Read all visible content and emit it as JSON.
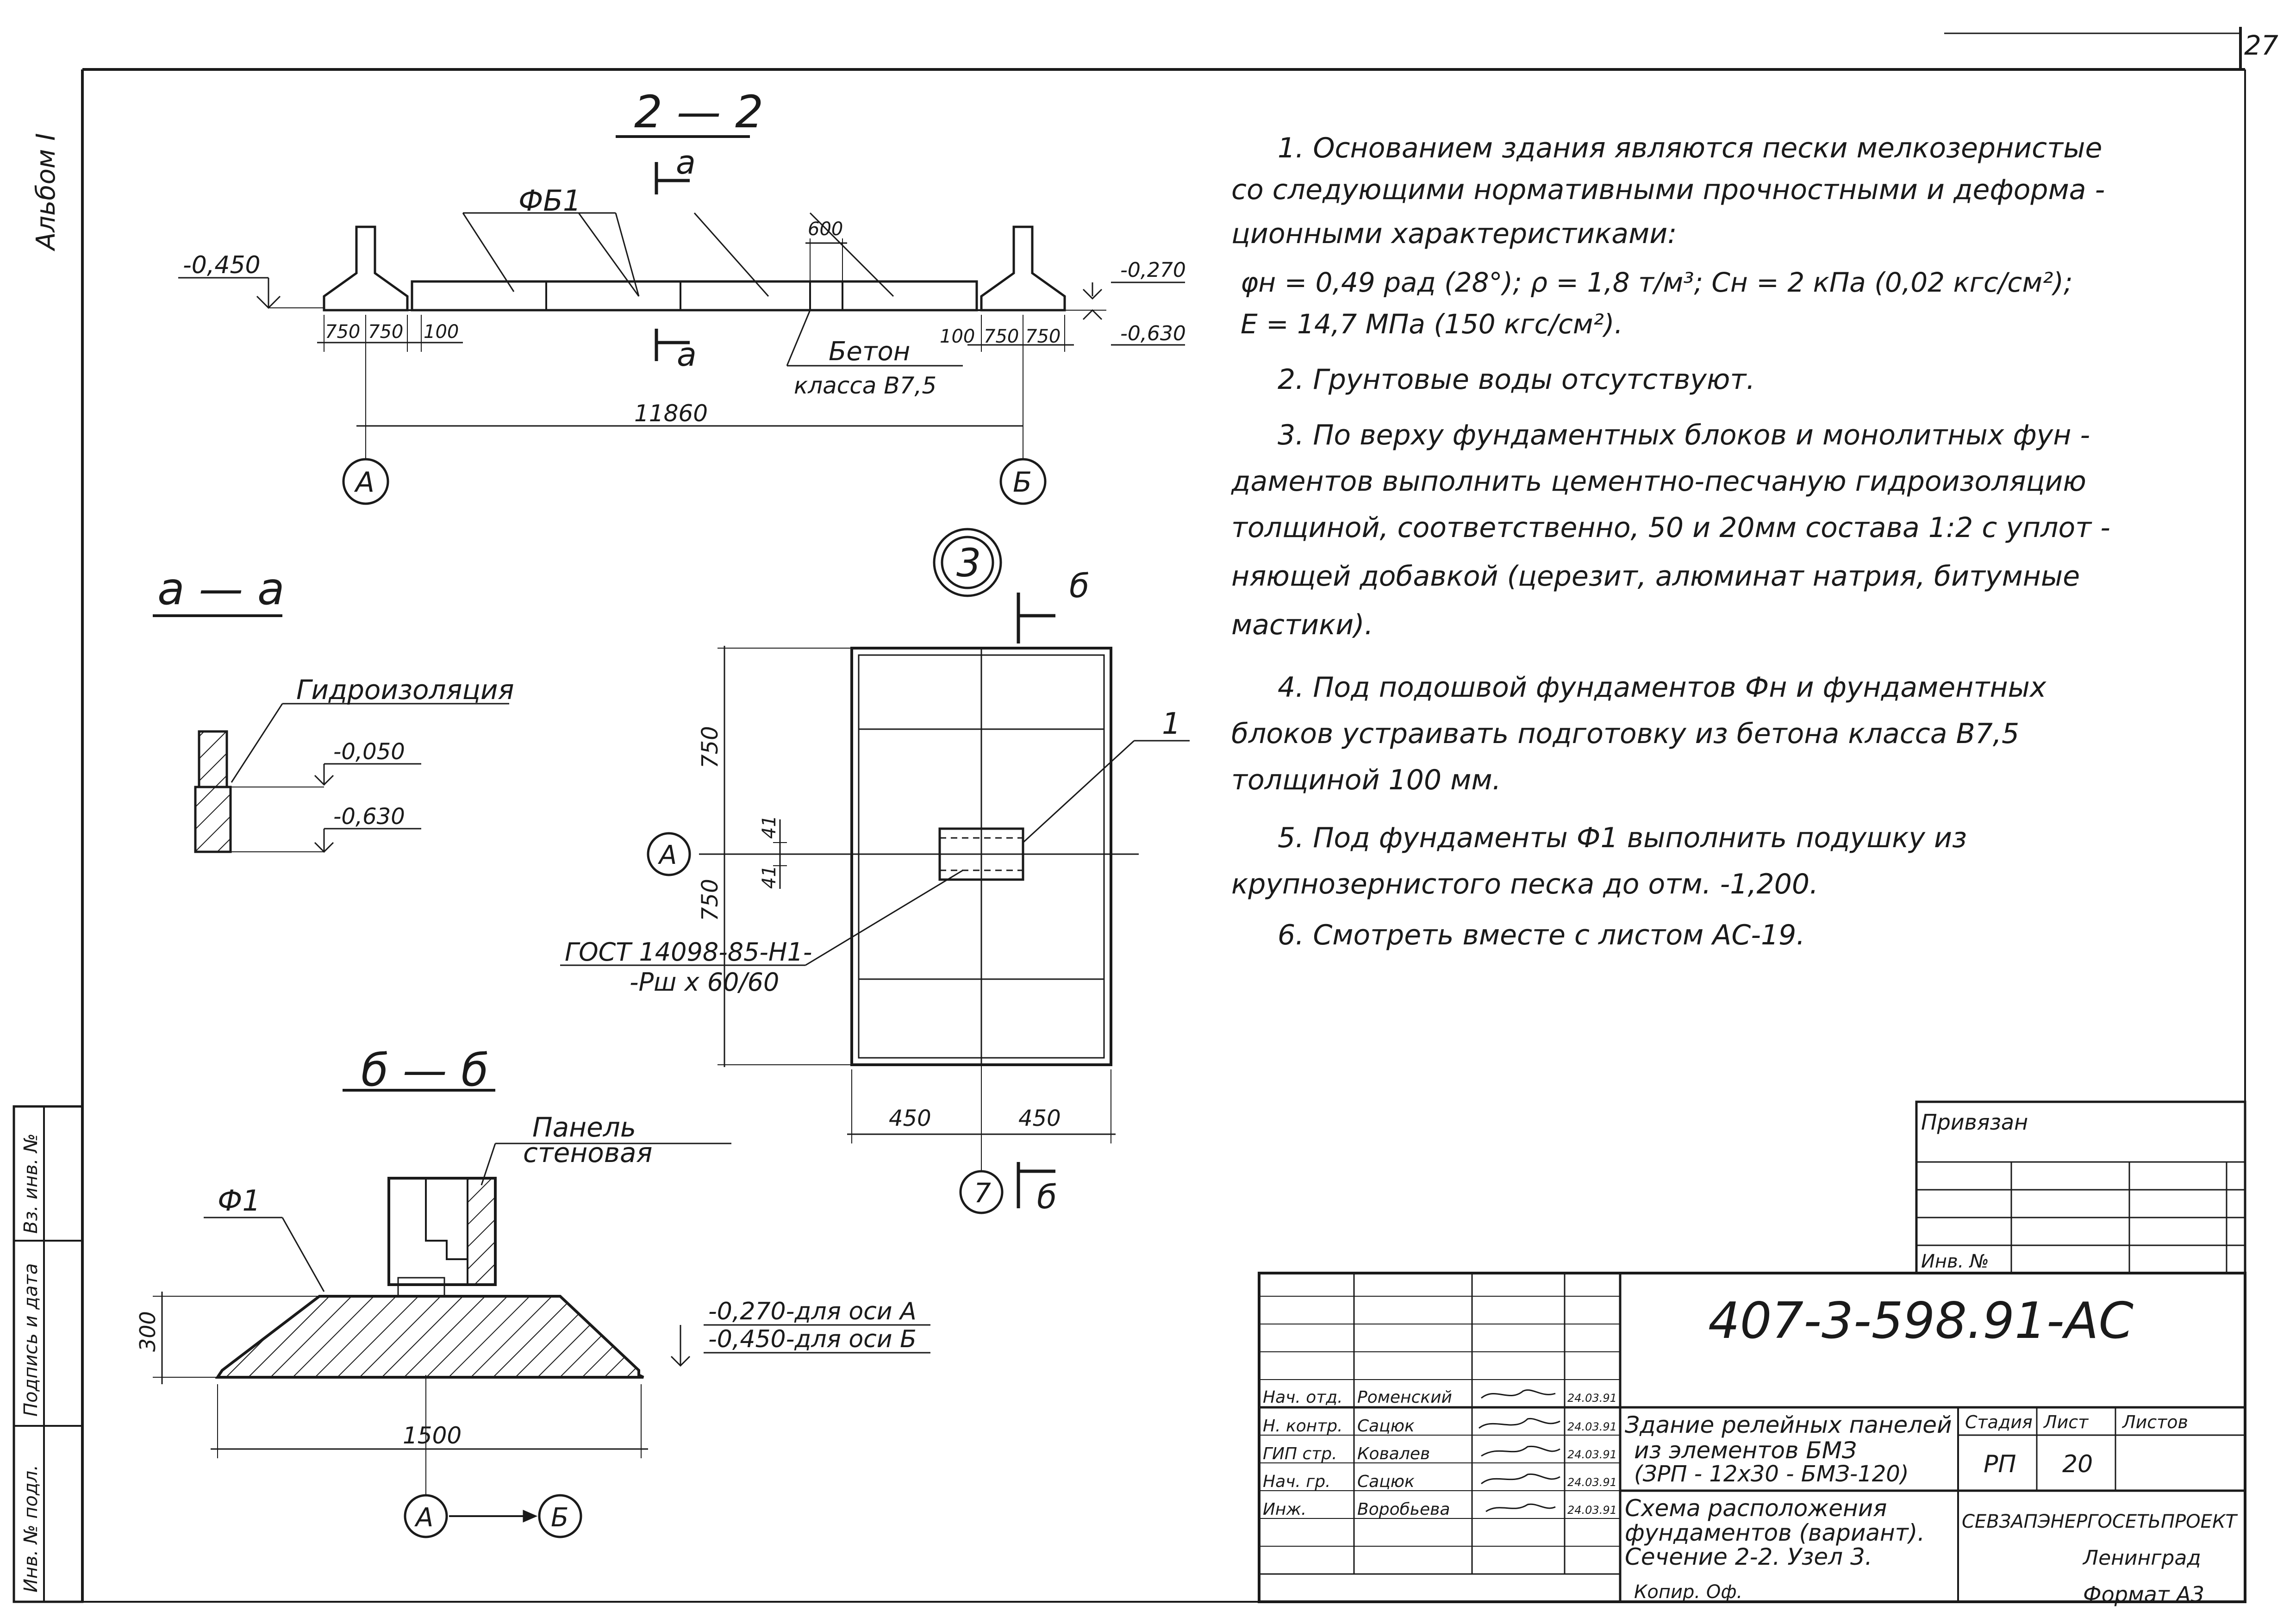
{
  "frame": {
    "sheet_number": "27",
    "album_label": "Альбом I"
  },
  "side_stamp": {
    "inv_no": "Инв. № подл.",
    "signature_date": "Подпись и дата",
    "replaces_inv": "Вз. инв. №"
  },
  "section_2_2": {
    "title": "2 — 2",
    "cut_mark": "а",
    "label_fb": "ФБ1",
    "level_left": "-0,450",
    "level_right_top": "-0,270",
    "level_right_bottom": "-0,630",
    "dim_600": "600",
    "dim_left": [
      "750",
      "750",
      "100"
    ],
    "dim_right": [
      "100",
      "750",
      "750"
    ],
    "total": "11860",
    "concrete_line1": "Бетон",
    "concrete_line2": "класса В7,5",
    "axis_left": "А",
    "axis_right": "Б"
  },
  "section_a_a": {
    "title": "а — а",
    "label": "Гидроизоляция",
    "level1": "-0,050",
    "level2": "-0,630"
  },
  "node_3": {
    "title": "3",
    "cut_mark": "б",
    "dim_top": "750",
    "dim_bottom": "750",
    "dim_41a": "41",
    "dim_41b": "41",
    "dim_left": "450",
    "dim_right": "450",
    "callout": "1",
    "gost_line1": "ГОСТ 14098-85-Н1-",
    "gost_line2": "-Рш х 60/60",
    "axis_a": "А",
    "axis_7": "7"
  },
  "section_b_b": {
    "title": "б — б",
    "panel_line1": "Панель",
    "panel_line2": "стеновая",
    "label_f1": "Ф1",
    "dim_300": "300",
    "dim_1500": "1500",
    "level_a": "-0,270-для оси А",
    "level_b": "-0,450-для оси Б",
    "axis_a": "А",
    "axis_b": "Б"
  },
  "notes": [
    "1.  Основанием здания являются пески мелкозернистые",
    "со следующими нормативными прочностными и деформа -",
    "ционными характеристиками:",
    "φн = 0,49 рад (28°);  ρ = 1,8 т/м³;  Сн = 2 кПа  (0,02 кгс/см²);",
    "Е = 14,7 МПа  (150 кгс/см²).",
    "2. Грунтовые воды отсутствуют.",
    "3. По верху фундаментных блоков и монолитных фун -",
    "даментов выполнить цементно-песчаную гидроизоляцию",
    "толщиной, соответственно, 50 и 20мм состава 1:2 с уплот -",
    "няющей добавкой (церезит, алюминат натрия, битумные",
    "мастики).",
    "4. Под подошвой фундаментов Фн и фундаментных",
    "блоков устраивать подготовку из бетона класса В7,5",
    "толщиной 100 мм.",
    "5. Под фундаменты Ф1 выполнить подушку из",
    "крупнозернистого песка до отм. -1,200.",
    "6. Смотреть вместе с листом АС-19."
  ],
  "binding_block": {
    "title": "Привязан",
    "inv": "Инв. №"
  },
  "title_block": {
    "doc_code": "407-3-598.91-АС",
    "roles": [
      "Нач. отд.",
      "Н. контр.",
      "ГИП стр.",
      "Нач. гр.",
      "Инж."
    ],
    "names": [
      "Роменский",
      "Сацюк",
      "Ковалев",
      "Сацюк",
      "Воробьева"
    ],
    "dates": [
      "24.03.91",
      "24.03.91",
      "24.03.91",
      "24.03.91",
      "24.03.91"
    ],
    "building_line1": "Здание релейных панелей",
    "building_line2": "из элементов БМЗ",
    "building_line3": "(ЗРП - 12х30 - БМЗ-120)",
    "sheet_title_line1": "Схема расположения",
    "sheet_title_line2": "фундаментов (вариант).",
    "sheet_title_line3": "Сечение 2-2.  Узел 3.",
    "stage_label": "Стадия",
    "sheet_label": "Лист",
    "sheets_label": "Листов",
    "stage": "РП",
    "sheet": "20",
    "org": "СЕВЗАПЭНЕРГОСЕТЬПРОЕКТ",
    "city": "Ленинград",
    "copied": "Копир. Оф.",
    "format": "Формат А3"
  }
}
